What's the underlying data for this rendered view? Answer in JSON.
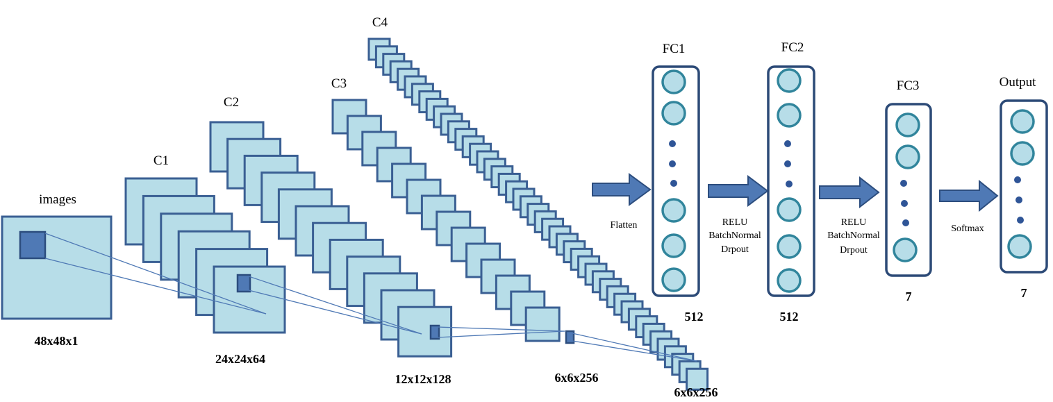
{
  "diagram": {
    "input": {
      "label": "images",
      "dims": "48x48x1"
    },
    "conv_layers": [
      {
        "label": "C1",
        "dims": "24x24x64"
      },
      {
        "label": "C2",
        "dims": "12x12x128"
      },
      {
        "label": "C3",
        "dims": "6x6x256"
      },
      {
        "label": "C4",
        "dims": "6x6x256"
      }
    ],
    "fc_layers": [
      {
        "label": "FC1",
        "size": "512"
      },
      {
        "label": "FC2",
        "size": "512"
      },
      {
        "label": "FC3",
        "size": "7"
      },
      {
        "label": "Output",
        "size": "7"
      }
    ],
    "transitions": {
      "flatten": "Flatten",
      "fc1_fc2": [
        "RELU",
        "BatchNormal",
        "Drpout"
      ],
      "fc2_fc3": [
        "RELU",
        "BatchNormal",
        "Drpout"
      ],
      "softmax": "Softmax"
    },
    "colors": {
      "map_fill": "#b7dde8",
      "map_stroke": "#3a5f93",
      "kernel_fill": "#4f79b5",
      "node_stroke": "#31859c",
      "arrow_fill": "#4f79b5"
    }
  }
}
